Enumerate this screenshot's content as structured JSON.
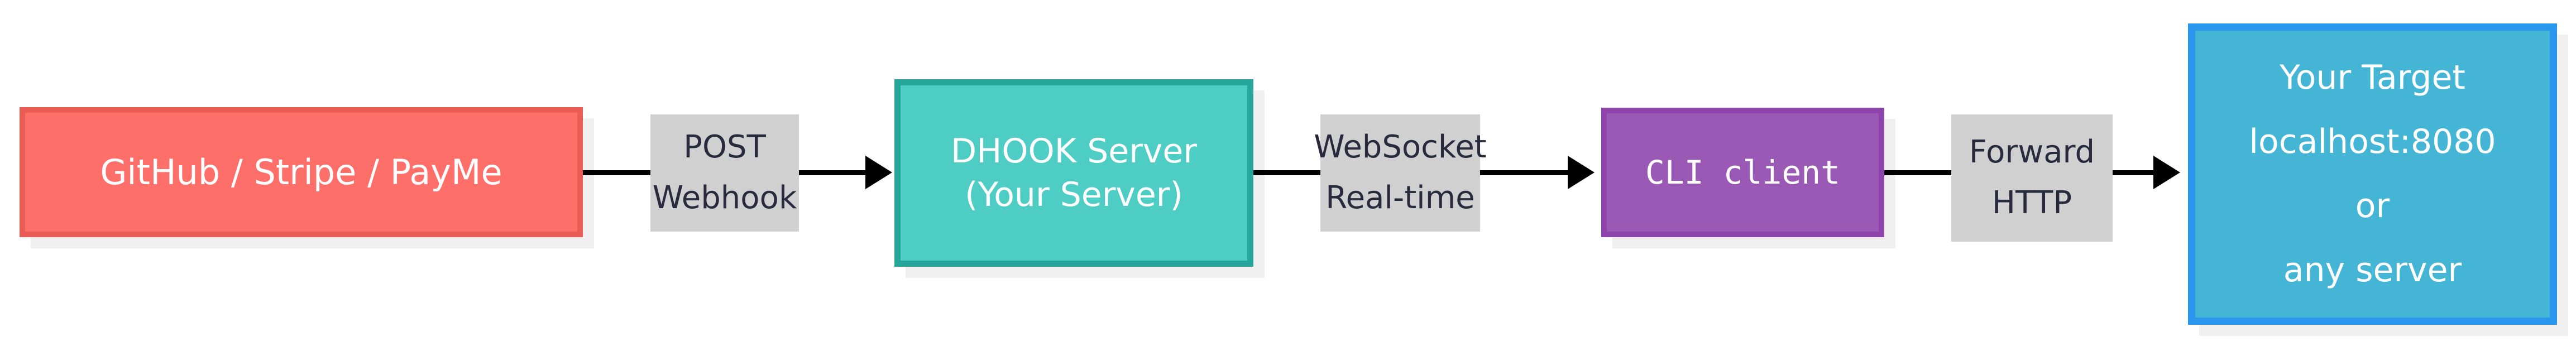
{
  "diagram": {
    "type": "flowchart",
    "direction": "left-to-right",
    "title": "DHOOK webhook forwarding flow",
    "colors": {
      "source_fill": "#ff6f6a",
      "source_border": "#ea5c54",
      "server_fill": "#4ecdc4",
      "server_border": "#26a69a",
      "cli_fill": "#9b59b6",
      "cli_border": "#8e44ad",
      "target_fill": "#45b5d6",
      "target_border": "#2b96ee",
      "edge_label_bg": "#d0d0d0",
      "edge_label_text": "#282a3d",
      "node_shadow": "#f0f0f0",
      "connector": "#000000",
      "node_text": "#ffffff",
      "canvas_bg": "#ffffff"
    },
    "nodes": [
      {
        "id": "source",
        "lines": [
          "GitHub / Stripe / PayMe"
        ]
      },
      {
        "id": "server",
        "lines": [
          "DHOOK Server",
          "(Your Server)"
        ]
      },
      {
        "id": "cli",
        "lines": [
          "CLI client"
        ]
      },
      {
        "id": "target",
        "lines": [
          "Your Target",
          "localhost:8080",
          "or",
          "any server"
        ]
      }
    ],
    "edges": [
      {
        "id": "edge-1",
        "from": "source",
        "to": "server",
        "lines": [
          "POST",
          "Webhook"
        ]
      },
      {
        "id": "edge-2",
        "from": "server",
        "to": "cli",
        "lines": [
          "WebSocket",
          "Real-time"
        ]
      },
      {
        "id": "edge-3",
        "from": "cli",
        "to": "target",
        "lines": [
          "Forward",
          "HTTP"
        ]
      }
    ]
  }
}
